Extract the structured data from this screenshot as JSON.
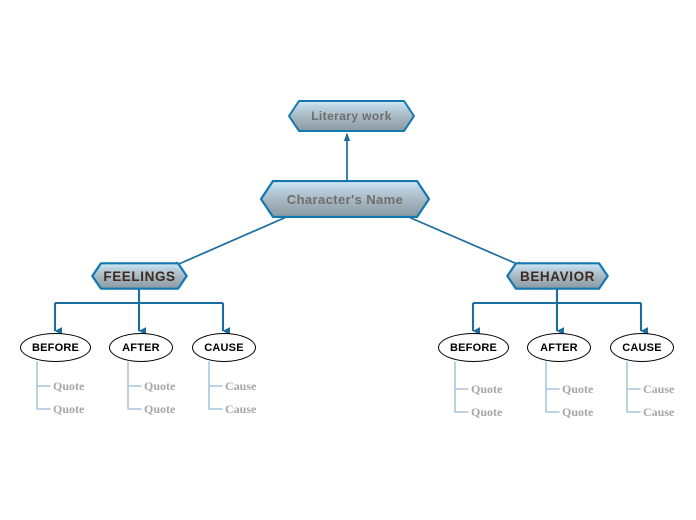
{
  "diagram": {
    "title_node": "Literary work",
    "root_node": "Character's Name",
    "colors": {
      "node_border": "#1279b0",
      "node_fill_top": "#cfe3ef",
      "node_fill_bottom": "#8c9aa3",
      "connector_main": "#1a6d9e",
      "connector_leaf": "#a9c6dd",
      "oval_border": "#000000",
      "leaf_text": "#a6a6a6",
      "branch_text": "#3d2b20",
      "node_text": "#6e6e6e",
      "background": "#ffffff"
    },
    "branches": [
      {
        "label": "FEELINGS",
        "children": [
          {
            "label": "BEFORE",
            "leaves": [
              "Quote",
              "Quote"
            ]
          },
          {
            "label": "AFTER",
            "leaves": [
              "Quote",
              "Quote"
            ]
          },
          {
            "label": "CAUSE",
            "leaves": [
              "Cause",
              "Cause"
            ]
          }
        ]
      },
      {
        "label": "BEHAVIOR",
        "children": [
          {
            "label": "BEFORE",
            "leaves": [
              "Quote",
              "Quote"
            ]
          },
          {
            "label": "AFTER",
            "leaves": [
              "Quote",
              "Quote"
            ]
          },
          {
            "label": "CAUSE",
            "leaves": [
              "Cause",
              "Cause"
            ]
          }
        ]
      }
    ]
  }
}
